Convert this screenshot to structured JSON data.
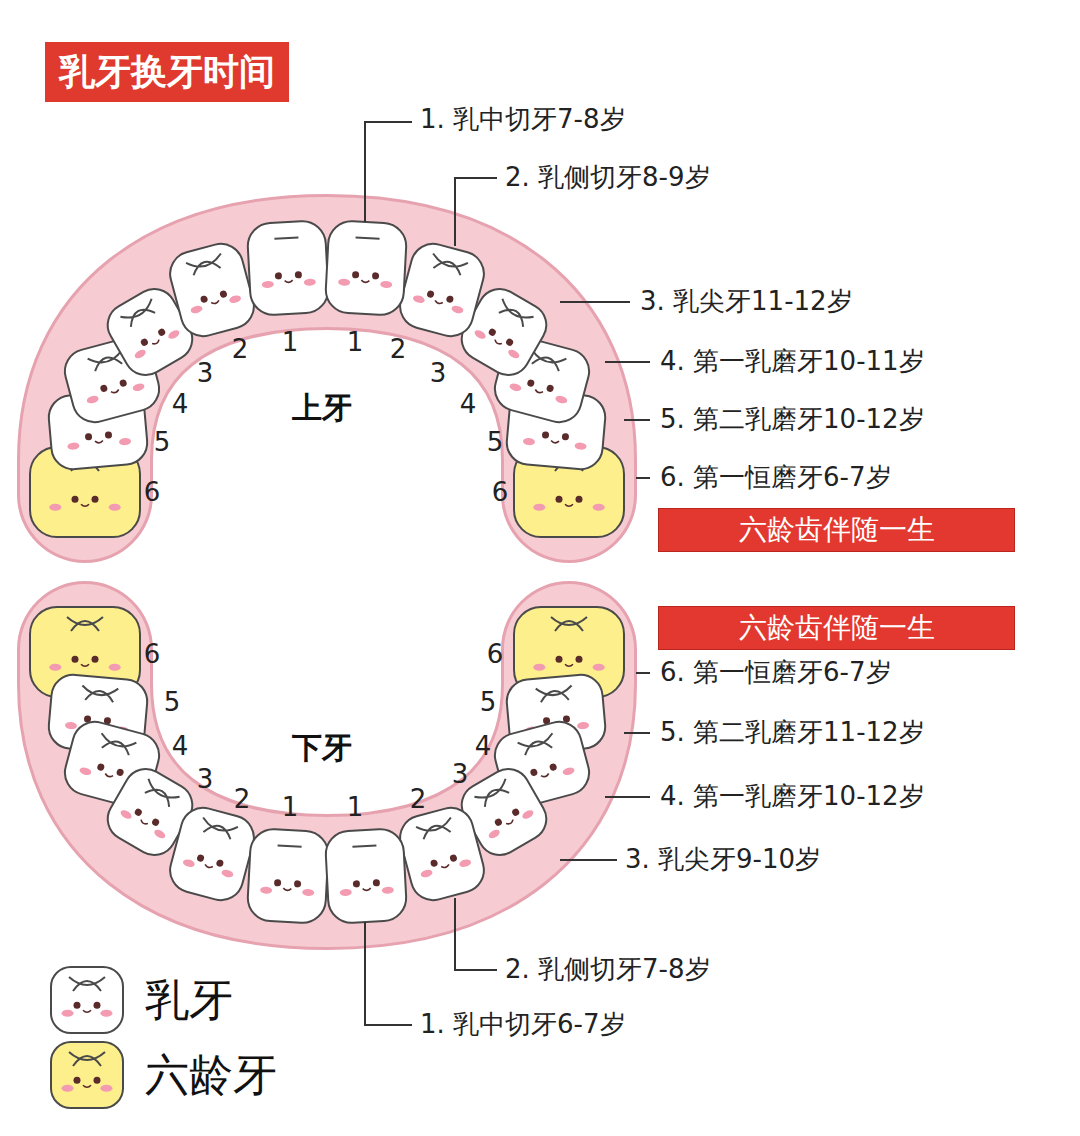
{
  "diagram": {
    "title": "乳牙换牙时间",
    "nodes": [
      {
        "text": [
          "六龄齿伴随一生"
        ]
      },
      {
        "text": [
          "六龄齿伴随一生"
        ]
      }
    ],
    "labels": [
      "1. 乳中切牙7-8岁",
      "2. 乳侧切牙8-9岁",
      "3. 乳尖牙11-12岁",
      "4. 第一乳磨牙10-11岁",
      "5. 第二乳磨牙10-12岁",
      "6. 第一恒磨牙6-7岁",
      "2",
      "1",
      "1",
      "2",
      "3",
      "3",
      "4",
      "上牙",
      "4",
      "5",
      "5",
      "6",
      "6",
      "6. 第一恒磨牙6-7岁",
      "6",
      "6",
      "5",
      "5",
      "5. 第二乳磨牙11-12岁",
      "4",
      "下牙",
      "4",
      "4. 第一乳磨牙10-12岁",
      "3",
      "3",
      "3. 乳尖牙9-10岁",
      "2",
      "2",
      "1",
      "1",
      "2. 乳侧切牙7-8岁",
      "1. 乳中切牙6-7岁"
    ],
    "legend": [
      {
        "text": "乳牙",
        "color": "#ffffff"
      },
      {
        "text": "六龄牙",
        "color": "#fcef8c"
      }
    ]
  }
}
